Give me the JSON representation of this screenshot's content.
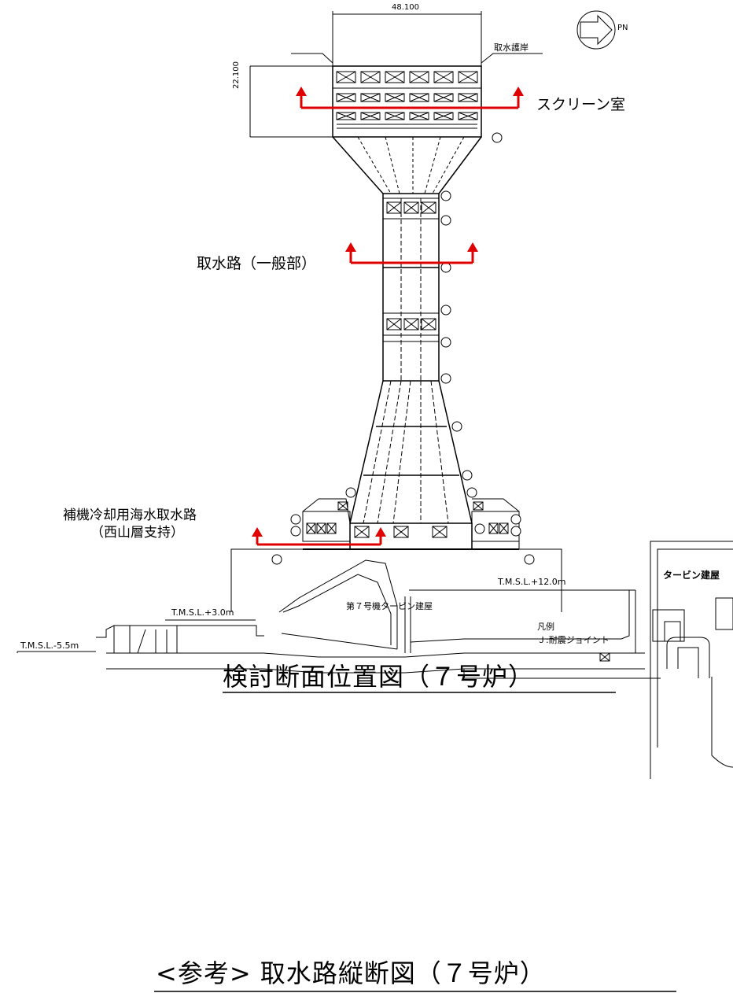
{
  "plan": {
    "dim_width": "48.100",
    "dim_height": "22.100",
    "north_label": "PN",
    "revetment_label": "取水護岸",
    "screen_room_label": "スクリーン室",
    "general_section_label": "取水路（一般部）",
    "aux_label_line1": "補機冷却用海水取水路",
    "aux_label_line2": "（西山層支持）",
    "turbine_building_label": "第７号機タービン建屋",
    "legend_title": "凡例",
    "legend_item": "Ｊ:耐震ジョイント",
    "joint_symbol": "J",
    "title": "検討断面位置図（７号炉）",
    "arrow_color": "#e00000"
  },
  "profile": {
    "turbine_label": "タービン建屋",
    "level_high": "T.M.S.L.+12.0m",
    "level_mid": "T.M.S.L.+3.0m",
    "level_low": "T.M.S.L.-5.5m",
    "title": "<参考> 取水路縦断図（７号炉）"
  }
}
